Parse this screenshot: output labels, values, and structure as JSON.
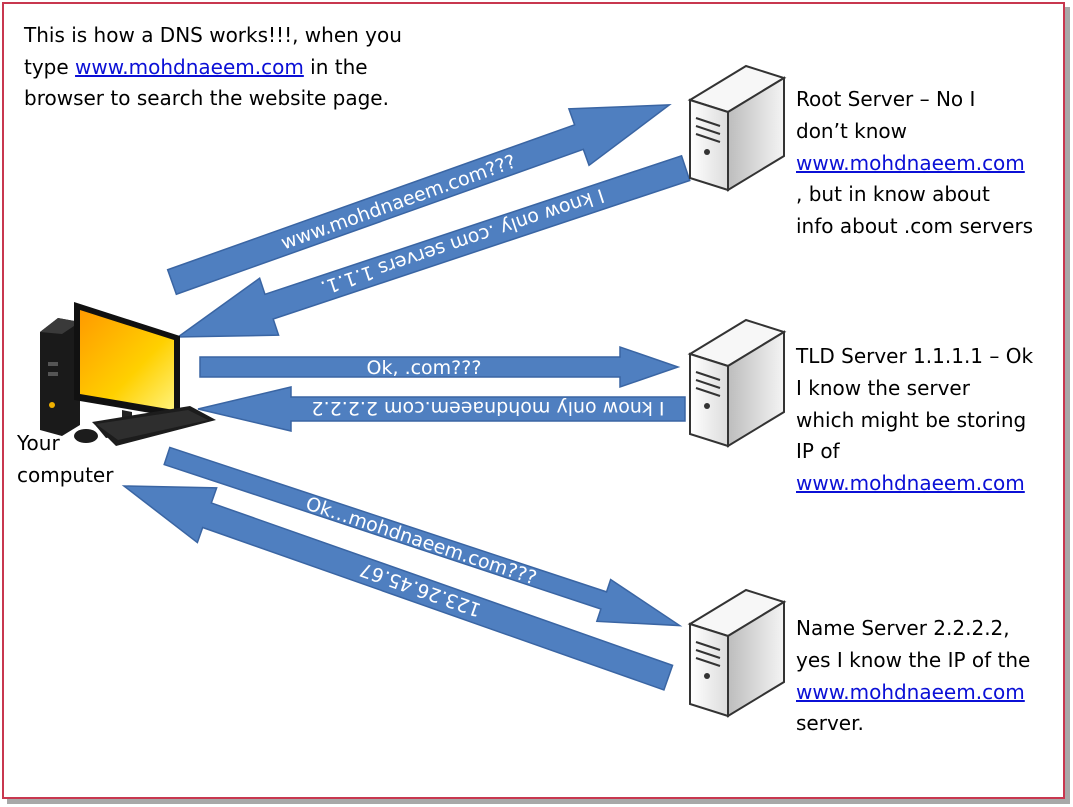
{
  "intro": {
    "line1": "This is how a DNS works!!!,  when you",
    "line2_before": "type ",
    "line2_link": "www.mohdnaeem.com",
    "line2_after": "  in the",
    "line3": "browser to search the website page."
  },
  "computer": {
    "label_line1": "Your",
    "label_line2": "computer"
  },
  "servers": {
    "root": {
      "line1": "Root Server – No I",
      "line2": "don’t know",
      "link": "www.mohdnaeem.com",
      "line3": ", but in know about",
      "line4": "info about .com servers"
    },
    "tld": {
      "line1": "TLD Server 1.1.1.1 – Ok",
      "line2": "I know the server",
      "line3": "which might be storing",
      "line4": "IP of",
      "link": "www.mohdnaeem.com"
    },
    "name": {
      "line1": "Name Server 2.2.2.2,",
      "line2": "yes I know the IP of the",
      "link": "www.mohdnaeem.com",
      "line3": "server."
    }
  },
  "arrows": {
    "query_root": "www.mohdnaeem.com???",
    "reply_root": "I know only .com servers 1.1.1.",
    "query_tld": "Ok, .com???",
    "reply_tld": "I know only mohdnaeem.com 2.2.2.2",
    "query_name": "Ok…mohdnaeem.com???",
    "reply_name": "123.26.45.67"
  },
  "colors": {
    "arrow_fill": "#4f7fc0",
    "arrow_stroke": "#3a65a3",
    "link": "#0b10d6",
    "frame": "#c8374f",
    "monitor_screen": "#f5c400"
  },
  "icons": {
    "computer": "desktop-computer-icon",
    "server": "server-tower-icon"
  }
}
